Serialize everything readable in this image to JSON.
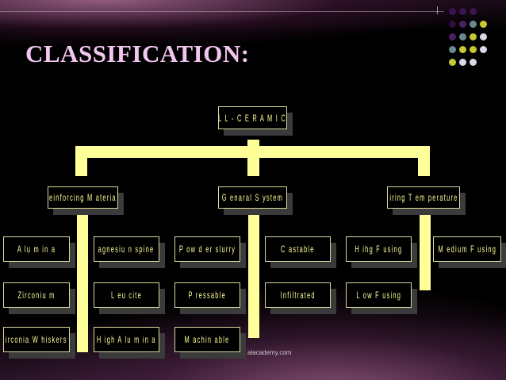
{
  "slide": {
    "title": "CLASSIFICATION:",
    "watermark": "alacademy.com"
  },
  "diagram": {
    "root": "A L L - C E R A M I C S",
    "categories": [
      {
        "label": "einforcing M ateria",
        "items": [
          "A lu m in a",
          "Zirconiu m",
          "irconia W hiskers"
        ]
      },
      {
        "label": "agnesiu n spine",
        "items": [
          "L eu cite",
          "H igh A lu m in a"
        ]
      },
      {
        "label": "G enaral S ystem",
        "items": [
          "P ow d er slurry",
          "P ressable",
          "M achin able"
        ]
      },
      {
        "label": "",
        "items": [
          "C astable",
          "Infiltrated"
        ]
      },
      {
        "label": "iring T em perature",
        "items": [
          "H ihg F using",
          "L ow F using"
        ]
      },
      {
        "label": "",
        "items": [
          "M edium F using"
        ]
      }
    ]
  },
  "colors": {
    "title": "#f3c6f0",
    "connector": "#ffff99",
    "box_text": "#ffff99",
    "box_fill": "#000000",
    "box_shadow": "#3b3b3b",
    "dots": [
      "#3a1450",
      "#2e1040",
      "#4a2060",
      "#6a8a90",
      "#c8c830",
      "#d8d8e8"
    ]
  }
}
